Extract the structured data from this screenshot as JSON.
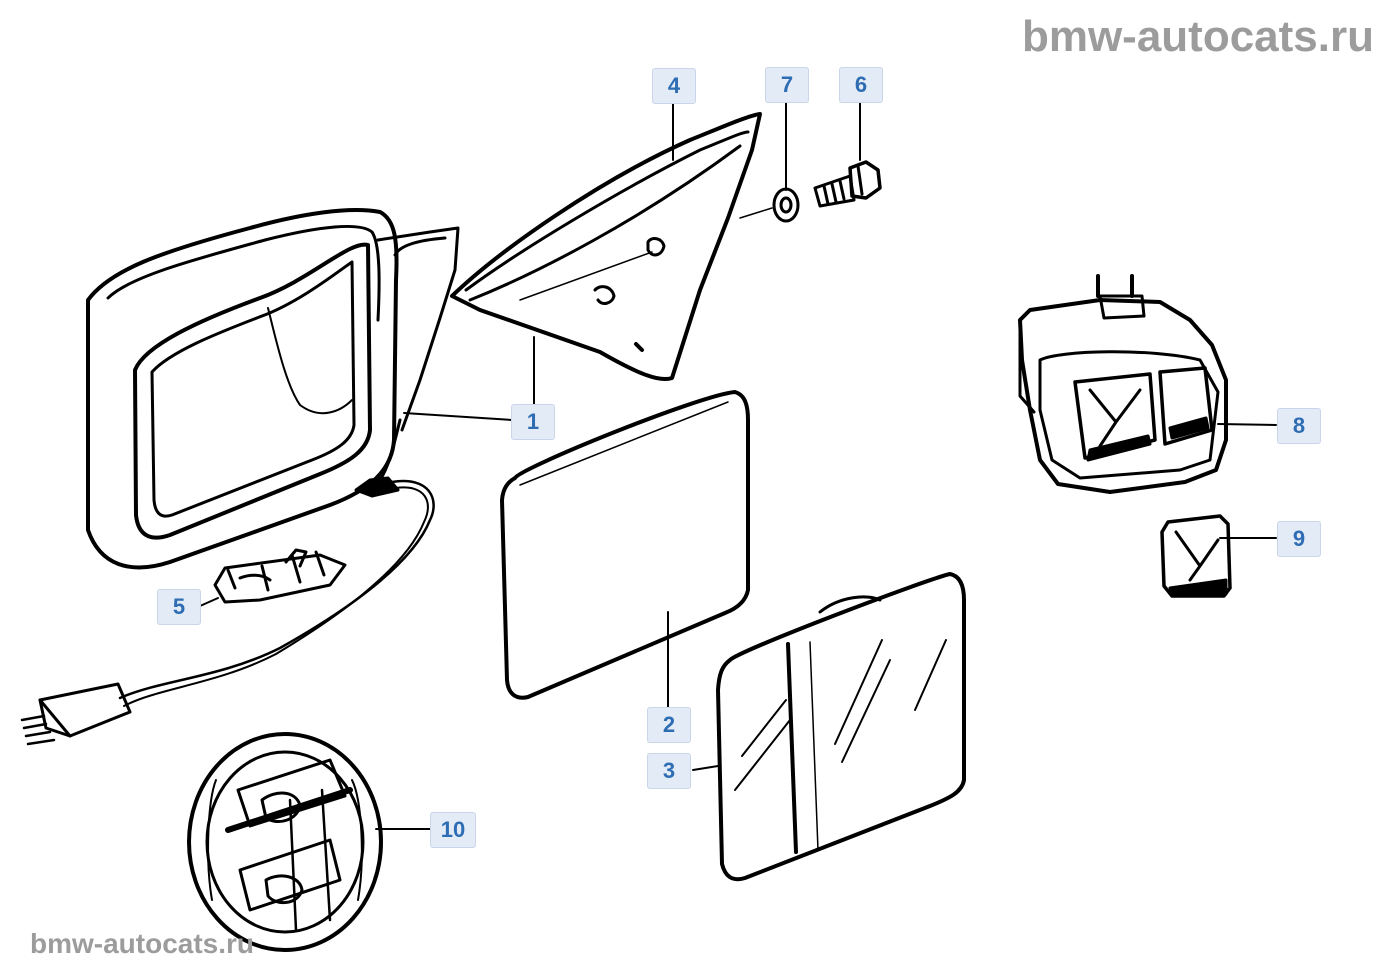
{
  "watermarks": {
    "top": "bmw-autocats.ru",
    "bottom": "bmw-autocats.ru"
  },
  "callouts": {
    "c1": "1",
    "c2": "2",
    "c3": "3",
    "c4": "4",
    "c5": "5",
    "c6": "6",
    "c7": "7",
    "c8": "8",
    "c9": "9",
    "c10": "10"
  },
  "colors": {
    "callout_text": "#2e6db4",
    "callout_bg": "#e3ebf6",
    "line_art": "#000000",
    "watermark": "#9c9c9c"
  }
}
